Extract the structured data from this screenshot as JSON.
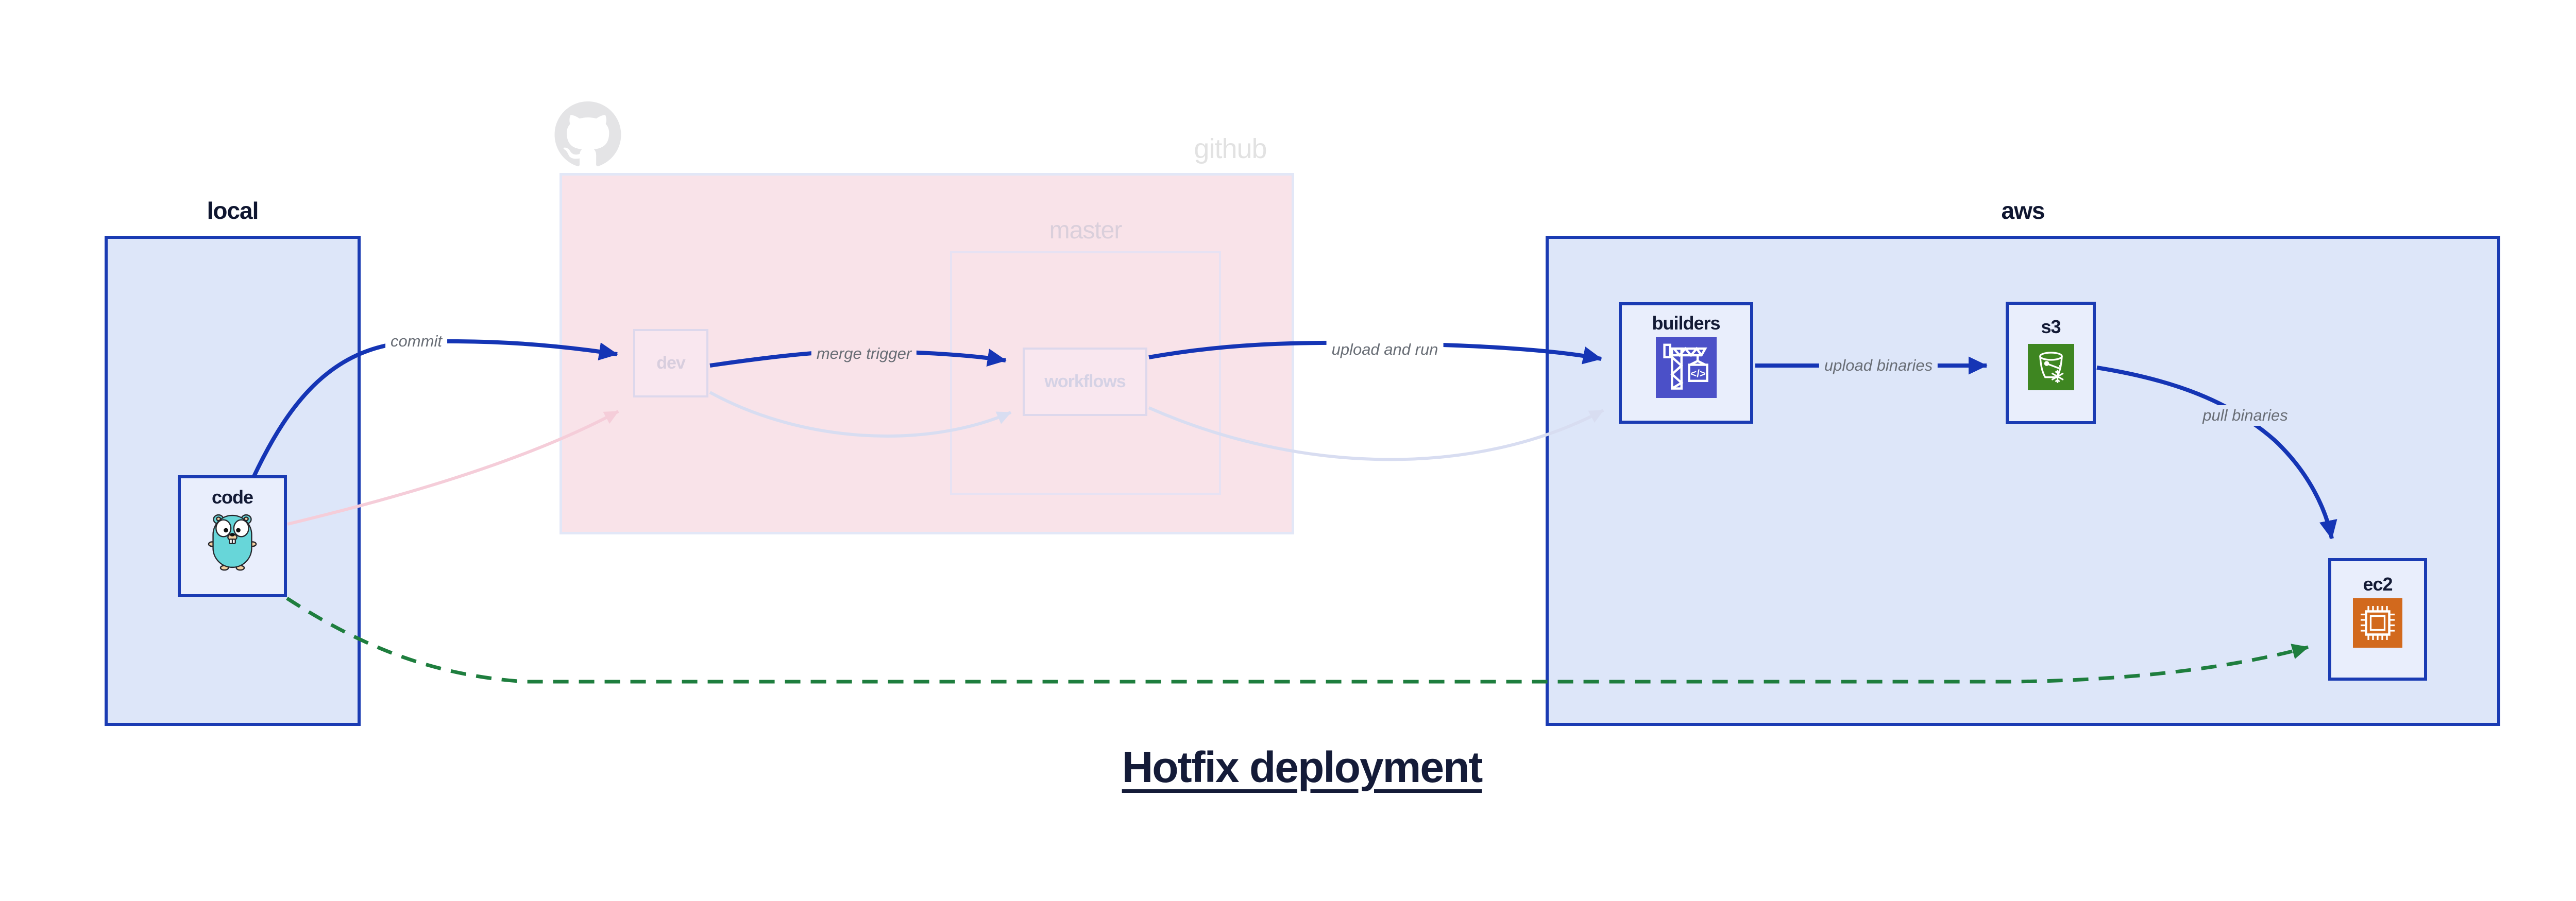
{
  "title": "Hotfix deployment",
  "groups": {
    "local": {
      "label": "local"
    },
    "github": {
      "label": "github",
      "master": {
        "label": "master"
      }
    },
    "aws": {
      "label": "aws"
    }
  },
  "nodes": {
    "code": {
      "label": "code",
      "icon": "go-gopher-icon"
    },
    "dev": {
      "label": "dev"
    },
    "workflows": {
      "label": "workflows"
    },
    "builders": {
      "label": "builders",
      "icon": "codebuild-crane-icon"
    },
    "s3": {
      "label": "s3",
      "icon": "s3-bucket-snowflake-icon"
    },
    "ec2": {
      "label": "ec2",
      "icon": "ec2-chip-icon"
    }
  },
  "edges": {
    "commit": {
      "label": "commit"
    },
    "merge_trigger": {
      "label": "merge trigger"
    },
    "upload_and_run": {
      "label": "upload and run"
    },
    "upload_binaries": {
      "label": "upload binaries"
    },
    "pull_binaries": {
      "label": "pull binaries"
    }
  },
  "colors": {
    "blue_accent": "#1535b5",
    "green_accent": "#1e7e3e",
    "group_fill_blue": "#dde6f9",
    "github_fill_pink": "#f9e3e9",
    "node_fill": "#e9eefc",
    "faded_pink_edge": "#f5cdd9",
    "faded_lavender_edge": "#d8ddf1",
    "codebuild_indigo": "#4b50c8",
    "s3_green": "#3e8621",
    "ec2_orange": "#d2691d"
  }
}
